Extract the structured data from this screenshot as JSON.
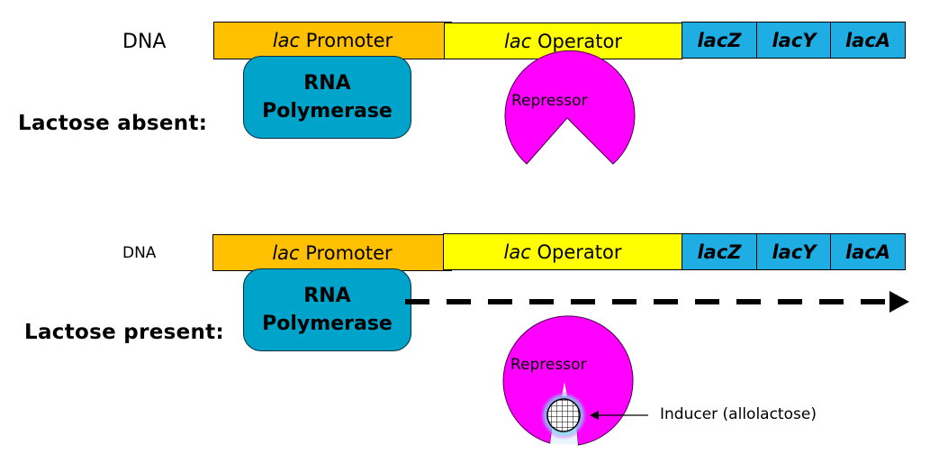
{
  "colors": {
    "promoter": "#FFC000",
    "operator": "#FFFF00",
    "genes": "#1EAEE4",
    "rna_polymerase": "#00A3C9",
    "repressor": "#FF00FF",
    "inducer_glow": "#7FD0F0"
  },
  "top_panel": {
    "dna_label": "DNA",
    "condition_label": "Lactose absent:",
    "promoter": {
      "prefix": "lac",
      "name": "Promoter"
    },
    "operator": {
      "prefix": "lac",
      "name": "Operator"
    },
    "genes": [
      "lacZ",
      "lacY",
      "lacA"
    ],
    "rna_polymerase": {
      "line1": "RNA",
      "line2": "Polymerase"
    },
    "repressor_label": "Repressor",
    "repressor_state": "bound to operator"
  },
  "bottom_panel": {
    "dna_label": "DNA",
    "condition_label": "Lactose present:",
    "promoter": {
      "prefix": "lac",
      "name": "Promoter"
    },
    "operator": {
      "prefix": "lac",
      "name": "Operator"
    },
    "genes": [
      "lacZ",
      "lacY",
      "lacA"
    ],
    "rna_polymerase": {
      "line1": "RNA",
      "line2": "Polymerase"
    },
    "repressor_label": "Repressor",
    "repressor_state": "released with inducer",
    "inducer_label": "Inducer (allolactose)",
    "transcription_arrow": "dashed-arrow-right"
  }
}
